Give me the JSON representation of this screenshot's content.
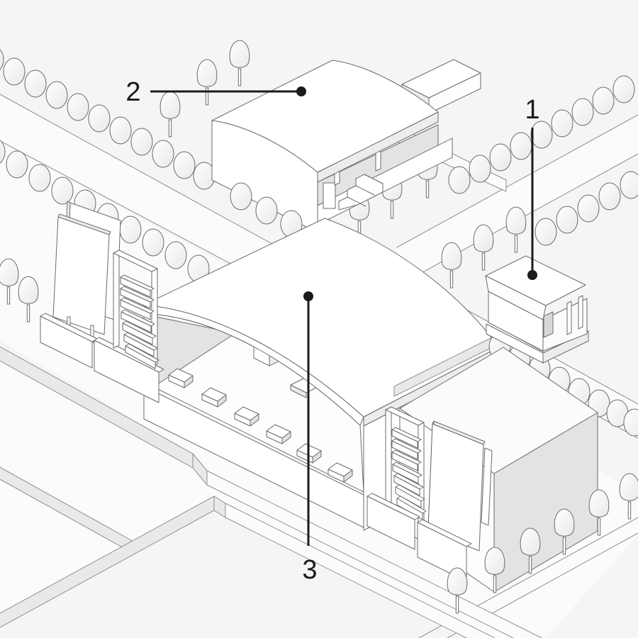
{
  "callouts": [
    {
      "label": "1"
    },
    {
      "label": "2"
    },
    {
      "label": "3"
    }
  ],
  "palette": {
    "background": "#f5f5f5",
    "outline": "#6b6b6b",
    "road_line": "#8f8f8f",
    "surface_white": "#ffffff",
    "shade_light": "#ececec",
    "shade_medium": "#e3e3e3",
    "shade_dark": "#d8d8d8",
    "callout_ink": "#1b1b1b"
  }
}
